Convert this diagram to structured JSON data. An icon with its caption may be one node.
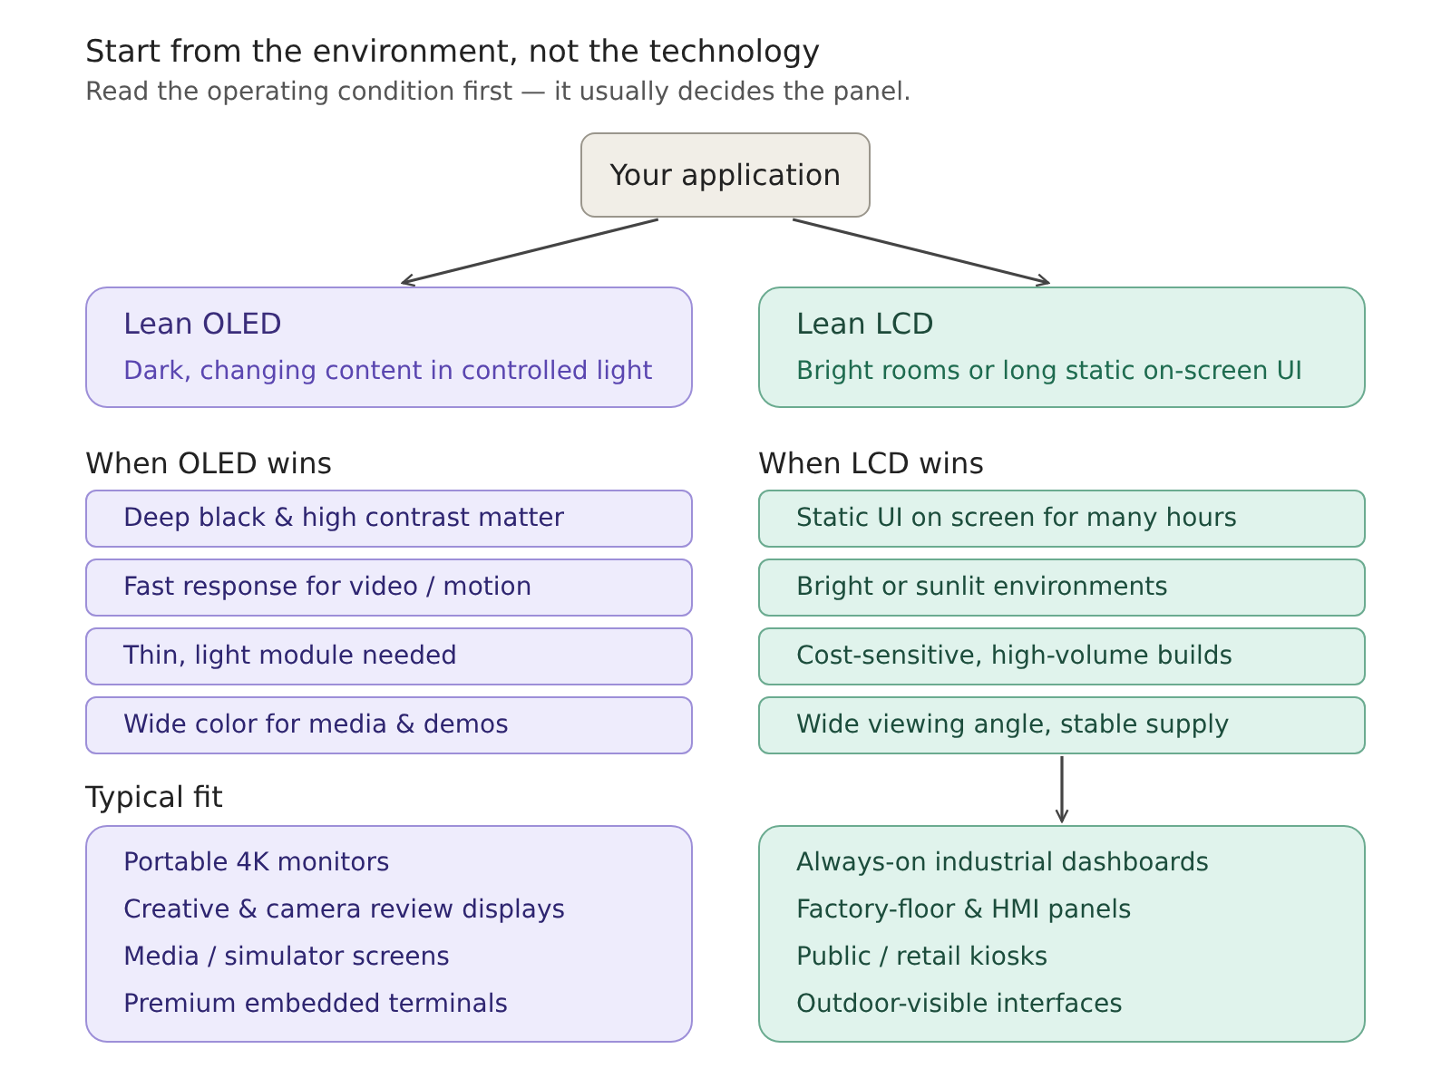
{
  "diagram": {
    "title": "Start from the environment, not the technology",
    "nodes": [
      {
        "text": [
          "Your application"
        ]
      },
      {
        "text": [
          "Lean OLED",
          "Dark, changing content in controlled light"
        ]
      },
      {
        "text": [
          "Lean LCD",
          "Bright rooms or long static on-screen UI"
        ]
      },
      {
        "text": [
          "Deep black & high contrast matter"
        ]
      },
      {
        "text": [
          "Fast response for video / motion"
        ]
      },
      {
        "text": [
          "Thin, light module needed"
        ]
      },
      {
        "text": [
          "Wide color for media & demos"
        ]
      },
      {
        "text": [
          "Static UI on screen for many hours"
        ]
      },
      {
        "text": [
          "Bright or sunlit environments"
        ]
      },
      {
        "text": [
          "Cost-sensitive, high-volume builds"
        ]
      },
      {
        "text": [
          "Wide viewing angle, stable supply"
        ]
      },
      {
        "text": [
          "Portable 4K monitors",
          "Creative & camera review displays",
          "Media / simulator screens",
          "Premium embedded terminals"
        ]
      },
      {
        "text": [
          "Always-on industrial dashboards",
          "Factory-floor & HMI panels",
          "Public / retail kiosks",
          "Outdoor-visible interfaces"
        ]
      }
    ],
    "edges": [
      {
        "from": 0,
        "to": 1,
        "arrow": "to"
      },
      {
        "from": 0,
        "to": 2,
        "arrow": "to"
      },
      {
        "from": 10,
        "to": 12,
        "arrow": "to"
      }
    ],
    "labels": [
      "Read the operating condition first — it usually decides the panel.",
      "When OLED wins",
      "When LCD wins",
      "Typical fit"
    ]
  }
}
